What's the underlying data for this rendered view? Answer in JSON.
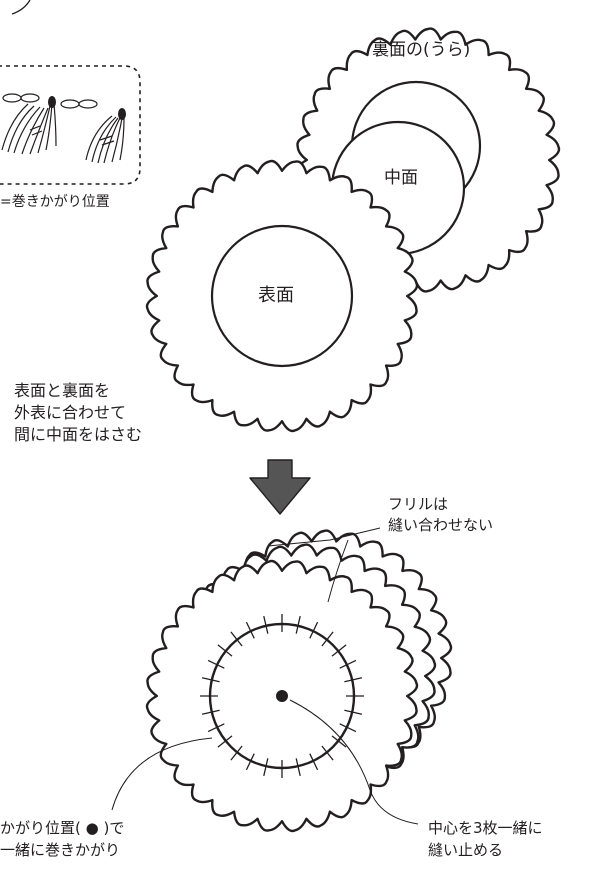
{
  "colors": {
    "ink": "#231f20",
    "arrow": "#555555",
    "background": "#ffffff"
  },
  "legend": {
    "caption": "=巻きかがり位置"
  },
  "layers": {
    "back_label": "裏面の(うら)",
    "middle_label": "中面",
    "front_label": "表面"
  },
  "instruction": {
    "lines": [
      "表面と裏面を",
      "外表に合わせて",
      "間に中面をはさむ"
    ]
  },
  "arrow_icon": "down-arrow-icon",
  "callouts": {
    "frill": [
      "フリルは",
      "縫い合わせない"
    ],
    "whip": [
      "かがり位置( ● )で",
      "一緒に巻きかがり"
    ],
    "center": [
      "中心を3枚一緒に",
      "縫い止める"
    ]
  }
}
